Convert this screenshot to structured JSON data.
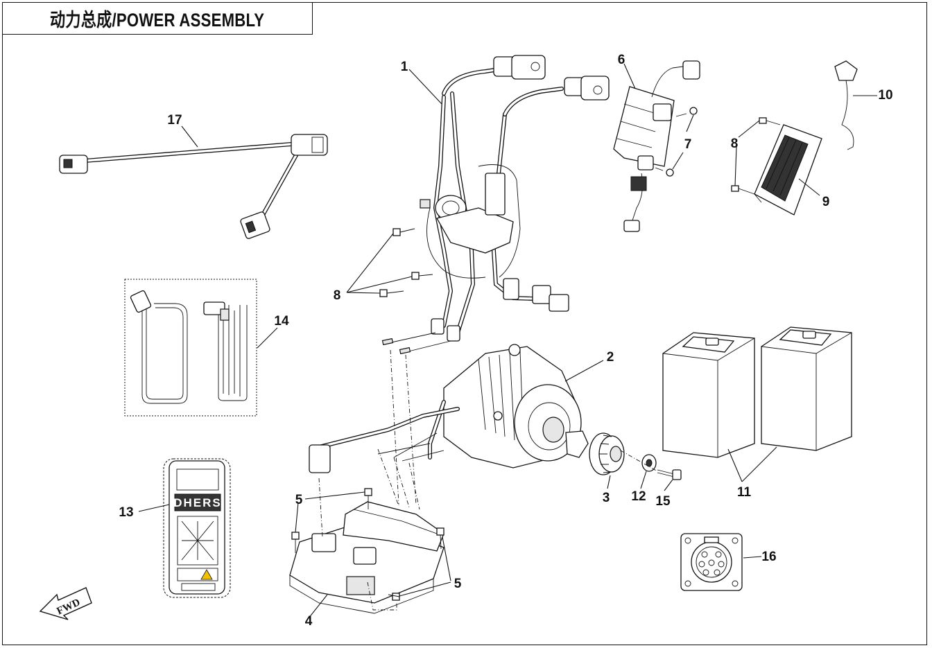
{
  "title": "动力总成/POWER ASSEMBLY",
  "fwd_label": "FWD",
  "display_brand": "DHERS",
  "callouts": {
    "c1": "1",
    "c2": "2",
    "c3": "3",
    "c4": "4",
    "c5a": "5",
    "c5b": "5",
    "c6": "6",
    "c7": "7",
    "c8a": "8",
    "c8b": "8",
    "c9": "9",
    "c10": "10",
    "c11": "11",
    "c12": "12",
    "c13": "13",
    "c14": "14",
    "c15": "15",
    "c16": "16",
    "c17": "17"
  },
  "colors": {
    "line": "#111111",
    "background": "#ffffff"
  }
}
